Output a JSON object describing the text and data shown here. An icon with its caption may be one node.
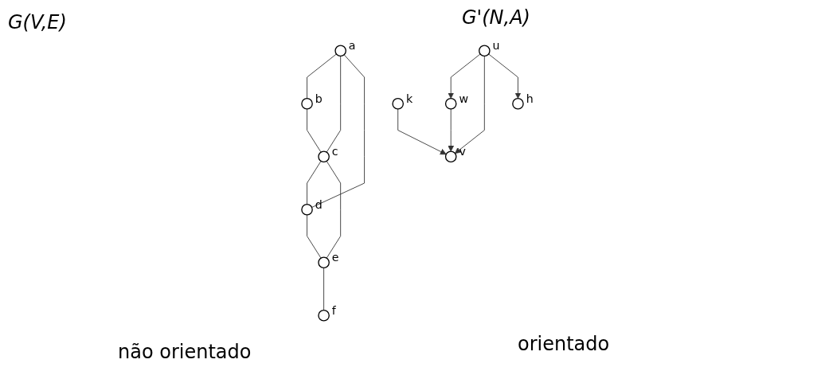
{
  "diagram": {
    "nodes": [
      {
        "text": [],
        "shape": "circle",
        "beside": [
          "a"
        ]
      },
      {
        "text": [],
        "shape": "circle",
        "beside": [
          "b"
        ]
      },
      {
        "text": [],
        "shape": "circle",
        "beside": [
          "c"
        ]
      },
      {
        "text": [],
        "shape": "circle",
        "beside": [
          "d"
        ]
      },
      {
        "text": [],
        "shape": "circle",
        "beside": [
          "e"
        ]
      },
      {
        "text": [],
        "shape": "circle",
        "beside": [
          "f"
        ]
      },
      {
        "text": [],
        "shape": "circle",
        "beside": [
          "u"
        ]
      },
      {
        "text": [],
        "shape": "circle",
        "beside": [
          "w"
        ]
      },
      {
        "text": [],
        "shape": "circle",
        "beside": [
          "v"
        ]
      },
      {
        "text": [],
        "shape": "circle",
        "beside": [
          "h"
        ]
      },
      {
        "text": [],
        "shape": "circle",
        "beside": [
          "k"
        ]
      }
    ],
    "edges": [
      {
        "from": 0,
        "to": 1,
        "arrow": "none"
      },
      {
        "from": 0,
        "to": 2,
        "arrow": "none"
      },
      {
        "from": 0,
        "to": 3,
        "arrow": "none"
      },
      {
        "from": 1,
        "to": 2,
        "arrow": "none"
      },
      {
        "from": 2,
        "to": 3,
        "arrow": "none"
      },
      {
        "from": 2,
        "to": 4,
        "arrow": "none"
      },
      {
        "from": 3,
        "to": 4,
        "arrow": "none"
      },
      {
        "from": 4,
        "to": 5,
        "arrow": "none"
      },
      {
        "from": 6,
        "to": 7,
        "arrow": "to"
      },
      {
        "from": 6,
        "to": 8,
        "arrow": "to"
      },
      {
        "from": 6,
        "to": 9,
        "arrow": "to"
      },
      {
        "from": 7,
        "to": 8,
        "arrow": "to"
      },
      {
        "from": 10,
        "to": 8,
        "arrow": "to"
      }
    ],
    "labels": [
      "G(V,E)",
      "G'(N,A)",
      "não orientado",
      "orientado"
    ]
  }
}
